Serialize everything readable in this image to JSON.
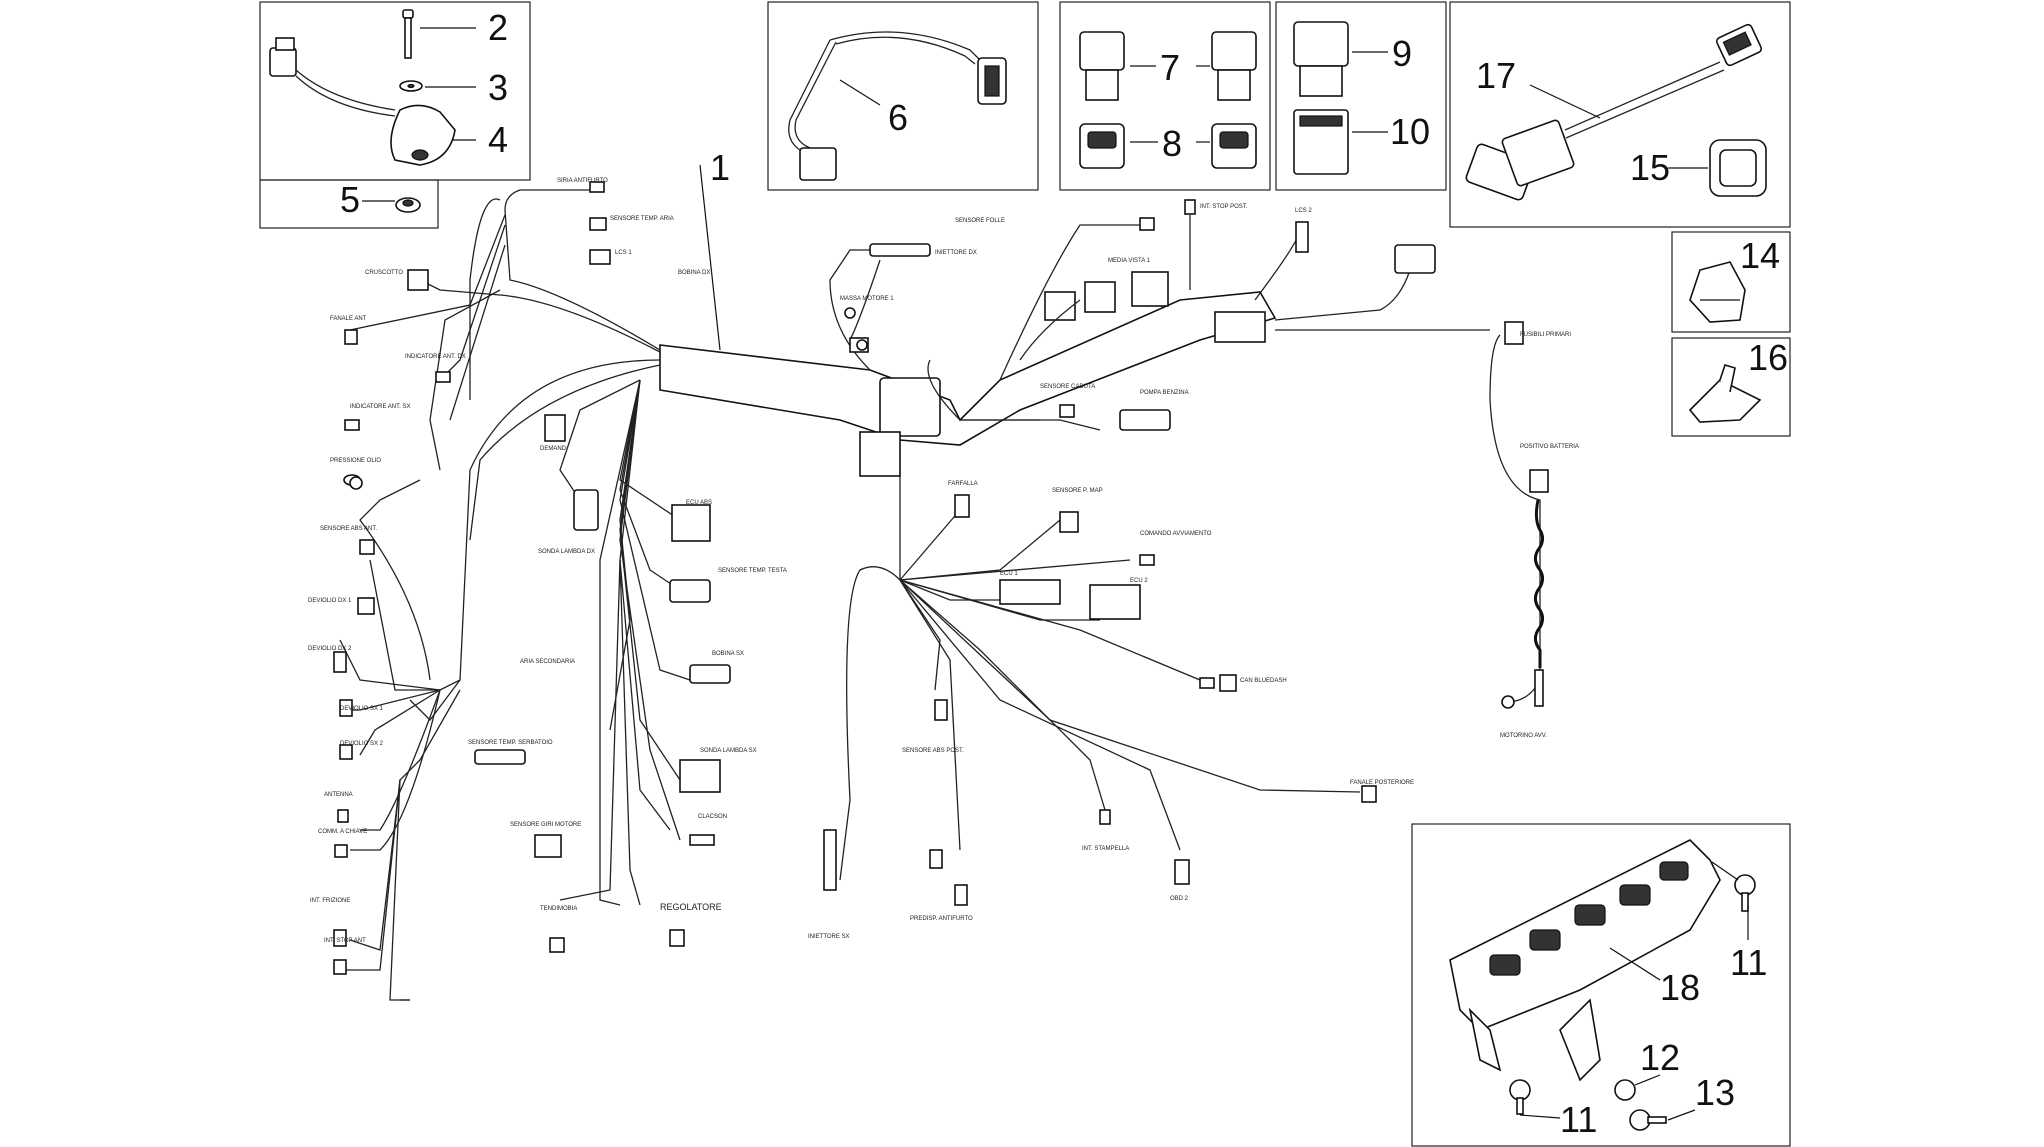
{
  "callouts": {
    "c1": "1",
    "c2": "2",
    "c3": "3",
    "c4": "4",
    "c5": "5",
    "c6": "6",
    "c7": "7",
    "c8": "8",
    "c9": "9",
    "c10": "10",
    "c11a": "11",
    "c11b": "11",
    "c12": "12",
    "c13": "13",
    "c14": "14",
    "c15": "15",
    "c16": "16",
    "c17": "17",
    "c18": "18"
  },
  "labels": {
    "sirena_antifurto": "SIRIA ANTIFURTO",
    "sensore_temp_aria": "SENSORE TEMP. ARIA",
    "lcs1": "LCS 1",
    "cruscotto": "CRUSCOTTO",
    "bobina_dx": "BOBINA DX",
    "fanale_ant": "FANALE ANT",
    "indicatore_ant_dx": "INDICATORE ANT. DX",
    "indicatore_ant_sx": "INDICATORE ANT. SX",
    "demand": "DEMAND",
    "pressione_olio": "PRESSIONE OLIO",
    "sensore_abs_ant": "SENSORE ABS ANT.",
    "deviolio_dx1": "DEVIOLIO DX 1",
    "deviolio_dx2": "DEVIOLIO DX 2",
    "deviolio_sx1": "DEVIOLIO SX 1",
    "deviolio_sx2": "DEVIOLIO SX 2",
    "antenna": "ANTENNA",
    "comm_chiave": "COMM. A CHIAVE",
    "int_frizione": "INT. FRIZIONE",
    "int_stop_ant": "INT. STOP ANT",
    "sonda_lambda_dx": "SONDA LAMBDA DX",
    "ecu_abs": "ECU ABS",
    "sensore_temp_testa": "SENSORE TEMP. TESTA",
    "bobina_sx": "BOBINA SX",
    "aria_secondaria": "ARIA SECONDARIA",
    "sonda_lambda_sx": "SONDA LAMBDA SX",
    "sensore_temp_serbatoio": "SENSORE TEMP. SERBATOIO",
    "clacson": "CLACSON",
    "sensore_giri_motore": "SENSORE GIRI MOTORE",
    "tendimobia": "TENDIMOBIA",
    "regolatore": "REGOLATORE",
    "sensore_folle": "SENSORE FOLLE",
    "iniettore_dx": "INIETTORE DX",
    "massa_motore": "MASSA MOTORE 1",
    "int_stop_post": "INT. STOP POST.",
    "lcs2": "LCS 2",
    "ecu_vista": "MEDIA VISTA 1",
    "sensore_caduta": "SENSORE CADUTA",
    "pompa_benzina": "POMPA BENZINA",
    "fusibili_primari": "FUSIBILI PRIMARI",
    "positivo_batteria": "POSITIVO BATTERIA",
    "farfalla": "FARFALLA",
    "sensore_p_map": "SENSORE P. MAP",
    "comando_avviamento": "COMANDO AVVIAMENTO",
    "ecu1": "ECU 1",
    "ecu2": "ECU 2",
    "can_bluedash": "CAN BLUEDASH",
    "motorino_avv": "MOTORINO AVV.",
    "sensore_abs_post": "SENSORE ABS POST.",
    "fanale_posteriore": "FANALE POSTERIORE",
    "int_stampella": "INT. STAMPELLA",
    "obd": "OBD 2",
    "iniettore_sx": "INIETTORE SX",
    "predisp_antifurto": "PREDISP. ANTIFURTO"
  }
}
